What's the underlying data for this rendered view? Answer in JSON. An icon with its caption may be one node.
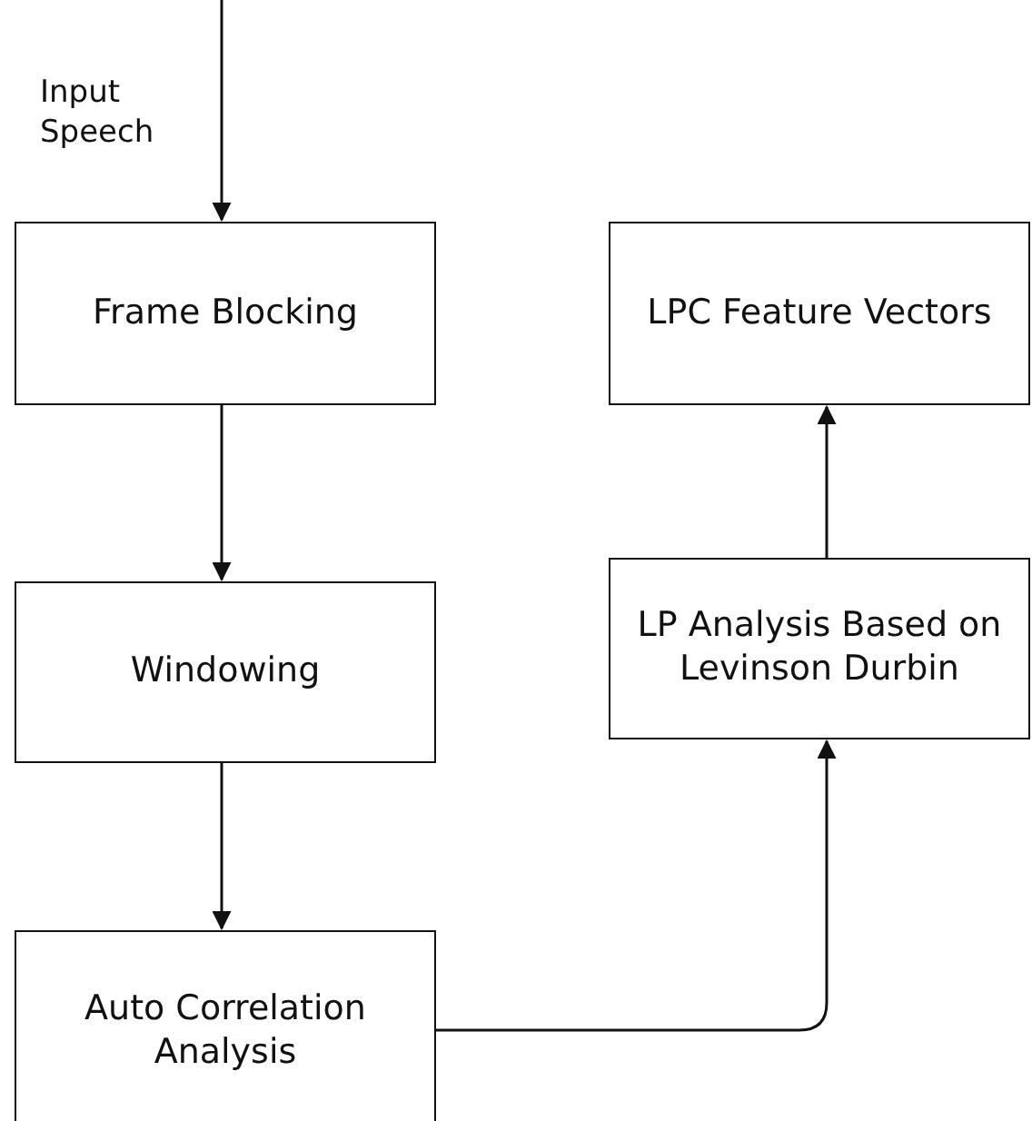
{
  "diagram": {
    "nodes": [
      {
        "text": [
          "Frame Blocking"
        ]
      },
      {
        "text": [
          "Windowing"
        ]
      },
      {
        "text": [
          "Auto Correlation Analysis"
        ]
      },
      {
        "text": [
          "LP Analysis Based on Levinson Durbin"
        ]
      },
      {
        "text": [
          "LPC Feature Vectors"
        ]
      }
    ],
    "edges": [
      {
        "from": null,
        "to": 0,
        "arrow": "to",
        "label": "Input Speech"
      },
      {
        "from": 0,
        "to": 1,
        "arrow": "to"
      },
      {
        "from": 1,
        "to": 2,
        "arrow": "to"
      },
      {
        "from": 2,
        "to": 3,
        "arrow": "to"
      },
      {
        "from": 3,
        "to": 4,
        "arrow": "to"
      }
    ]
  }
}
